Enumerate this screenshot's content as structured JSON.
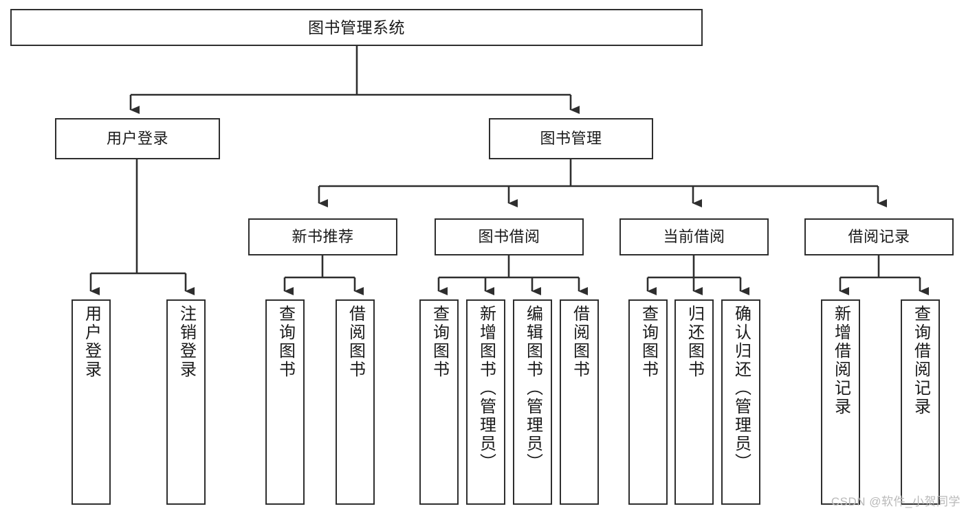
{
  "diagram": {
    "title": "图书管理系统",
    "type": "hierarchy-tree",
    "watermark": "CSDN @软件_小贺同学",
    "colors": {
      "stroke": "#2e2e2e",
      "fill": "#ffffff",
      "text": "#1a1a1a",
      "watermark": "#b9b9b9"
    },
    "nodes": {
      "root": {
        "label": "图书管理系统"
      },
      "level1": [
        {
          "id": "user-login",
          "label": "用户登录"
        },
        {
          "id": "book-management",
          "label": "图书管理"
        }
      ],
      "level2": [
        {
          "id": "new-book-recommend",
          "label": "新书推荐"
        },
        {
          "id": "book-borrow",
          "label": "图书借阅"
        },
        {
          "id": "current-borrow",
          "label": "当前借阅"
        },
        {
          "id": "borrow-record",
          "label": "借阅记录"
        }
      ],
      "leaves": {
        "user-login": [
          {
            "id": "leaf-user-login",
            "label": "用户登录"
          },
          {
            "id": "leaf-logout",
            "label": "注销登录"
          }
        ],
        "new-book-recommend": [
          {
            "id": "leaf-query-book-1",
            "label": "查询图书"
          },
          {
            "id": "leaf-borrow-book-1",
            "label": "借阅图书"
          }
        ],
        "book-borrow": [
          {
            "id": "leaf-query-book-2",
            "label": "查询图书"
          },
          {
            "id": "leaf-add-book",
            "label": "新增图书（管理员）"
          },
          {
            "id": "leaf-edit-book",
            "label": "编辑图书（管理员）"
          },
          {
            "id": "leaf-borrow-book-2",
            "label": "借阅图书"
          }
        ],
        "current-borrow": [
          {
            "id": "leaf-query-book-3",
            "label": "查询图书"
          },
          {
            "id": "leaf-return-book",
            "label": "归还图书"
          },
          {
            "id": "leaf-confirm-return",
            "label": "确认归还（管理员）"
          }
        ],
        "borrow-record": [
          {
            "id": "leaf-add-record",
            "label": "新增借阅记录"
          },
          {
            "id": "leaf-query-record",
            "label": "查询借阅记录"
          }
        ]
      }
    }
  }
}
